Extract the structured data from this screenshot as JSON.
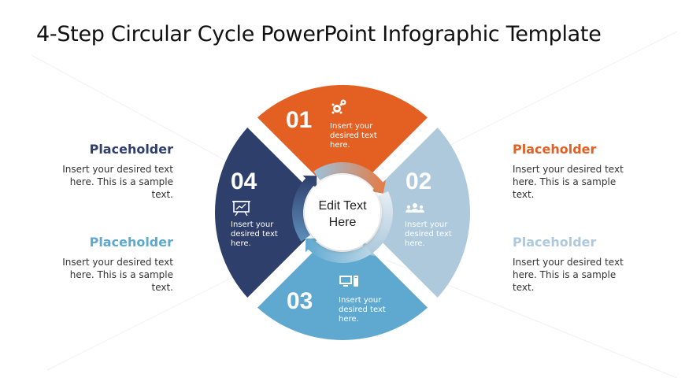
{
  "title": "4-Step Circular Cycle PowerPoint Infographic Template",
  "center": {
    "line1": "Edit Text",
    "line2": "Here"
  },
  "colors": {
    "orange": "#e35f22",
    "light_blue": "#aec9db",
    "mid_blue": "#5fa9d0",
    "navy": "#2e3f6b"
  },
  "segments": [
    {
      "number": "01",
      "icon": "gears-icon",
      "text": [
        "Insert your",
        "desired text",
        "here."
      ]
    },
    {
      "number": "02",
      "icon": "users-icon",
      "text": [
        "Insert your",
        "desired text",
        "here."
      ]
    },
    {
      "number": "03",
      "icon": "computer-icon",
      "text": [
        "Insert your",
        "desired text",
        "here."
      ]
    },
    {
      "number": "04",
      "icon": "presentation-board-icon",
      "text": [
        "Insert your",
        "desired text",
        "here."
      ]
    }
  ],
  "side": {
    "left_top": {
      "heading": "Placeholder",
      "text": "Insert your desired text here. This is a sample text."
    },
    "left_bottom": {
      "heading": "Placeholder",
      "text": "Insert your desired text here. This is a sample text."
    },
    "right_top": {
      "heading": "Placeholder",
      "text": "Insert your desired text here. This is a sample text."
    },
    "right_bottom": {
      "heading": "Placeholder",
      "text": "Insert your desired text here. This is a sample text."
    }
  }
}
